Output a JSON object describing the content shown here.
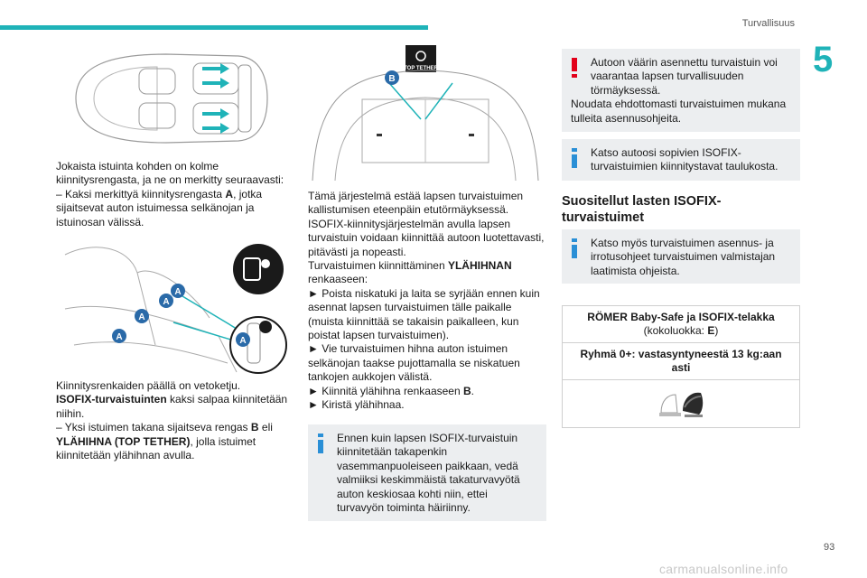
{
  "header": {
    "section": "Turvallisuus",
    "chapter": "5",
    "page": "93"
  },
  "watermark": "carmanualsonline.info",
  "col1": {
    "p1": "Jokaista istuinta kohden on kolme kiinnitysrengasta, ja ne on merkitty seuraavasti:",
    "p2a": "– Kaksi merkittyä kiinnitysrengasta ",
    "p2b": "A",
    "p2c": ", jotka sijaitsevat auton istuimessa selkänojan ja istuinosan välissä.",
    "p3": "Kiinnitysrenkaiden päällä on vetoketju.",
    "p4a": "ISOFIX-turvaistuinten",
    "p4b": " kaksi salpaa kiinnitetään niihin.",
    "p5a": "– Yksi istuimen takana sijaitseva rengas ",
    "p5b": "B",
    "p5c": " eli ",
    "p5d": "YLÄHIHNA (TOP TETHER)",
    "p5e": ", jolla istuimet kiinnitetään ylähihnan avulla.",
    "labelA": "A",
    "labelB": "B"
  },
  "col2": {
    "topTether": "TOP TETHER",
    "p1": "Tämä järjestelmä estää lapsen turvaistuimen kallistumisen eteenpäin etutörmäyksessä.",
    "p2": "ISOFIX-kiinnitysjärjestelmän avulla lapsen turvaistuin voidaan kiinnittää autoon luotettavasti, pitävästi ja nopeasti.",
    "p3a": "Turvaistuimen kiinnittäminen ",
    "p3b": "YLÄHIHNAN",
    "p3c": " renkaaseen:",
    "p4": "► Poista niskatuki ja laita se syrjään ennen kuin asennat lapsen turvaistuimen tälle paikalle (muista kiinnittää se takaisin paikalleen, kun poistat lapsen turvaistuimen).",
    "p5": "► Vie turvaistuimen hihna auton istuimen selkänojan taakse pujottamalla se niskatuen tankojen aukkojen välistä.",
    "p6a": "► Kiinnitä ylähihna renkaaseen ",
    "p6b": "B",
    "p6c": ".",
    "p7": "► Kiristä ylähihnaa.",
    "info": "Ennen kuin lapsen ISOFIX-turvaistuin kiinnitetään takapenkin vasemmanpuoleiseen paikkaan, vedä valmiiksi keskimmäistä takaturvavyötä auton keskiosaa kohti niin, ettei turvavyön toiminta häiriinny."
  },
  "col3": {
    "warning": "Autoon väärin asennettu turvaistuin voi vaarantaa lapsen turvallisuuden törmäyksessä.",
    "warning2": "Noudata ehdottomasti turvaistuimen mukana tulleita asennusohjeita.",
    "info1": "Katso autoosi sopivien ISOFIX-turvaistuimien kiinnitystavat taulukosta.",
    "heading": "Suositellut lasten ISOFIX-turvaistuimet",
    "info2": "Katso myös turvaistuimen asennus- ja irrotusohjeet turvaistuimen valmistajan laatimista ohjeista.",
    "table": {
      "titleBold": "RÖMER Baby-Safe ja ISOFIX-telakka",
      "subtitleA": "(kokoluokka: ",
      "subtitleB": "E",
      "subtitleC": ")",
      "group": "Ryhmä 0+: vastasyntyneestä 13 kg:aan asti"
    }
  },
  "colors": {
    "accent": "#1fb3b8",
    "info": "#2a8fd6",
    "warning": "#e2001a",
    "box": "#eceef0"
  }
}
